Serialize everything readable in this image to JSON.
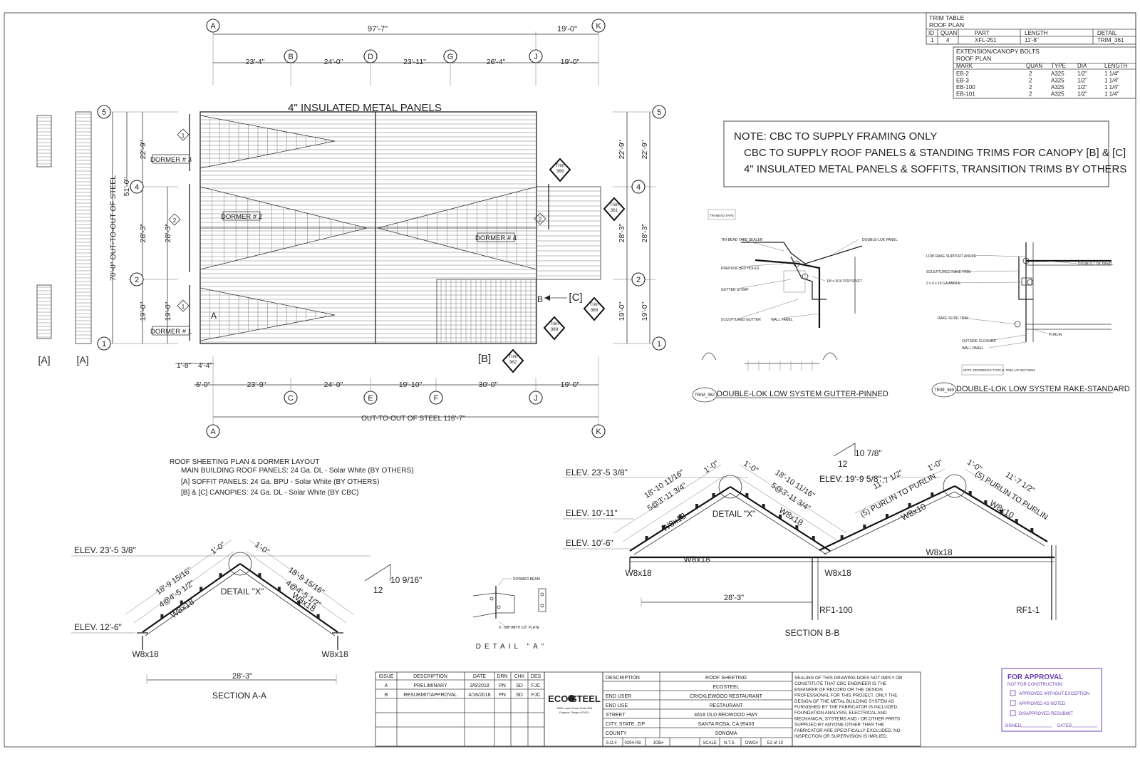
{
  "grid_top": {
    "top_overall": "97'-7\"",
    "top_right": "19'-0\"",
    "segments": [
      "23'-4\"",
      "24'-0\"",
      "23'-11\"",
      "26'-4\"",
      "19'-0\""
    ],
    "markers": [
      "A",
      "B",
      "D",
      "G",
      "J",
      "K"
    ]
  },
  "grid_bottom": {
    "small_left_1": "1'-8\"",
    "small_left_2": "4'-4\"",
    "small_left_3": "6'-0\"",
    "segments": [
      "23'-9\"",
      "24'-0\"",
      "19'-10\"",
      "30'-0\"",
      "19'-0\""
    ],
    "markers": [
      "A",
      "C",
      "E",
      "F",
      "J",
      "K"
    ],
    "overall": "OUT-TO-OUT OF STEEL 116'-7\""
  },
  "grid_left": {
    "markers": [
      "5",
      "4",
      "2",
      "1"
    ],
    "overall": "70'-0\" OUT-TO-OUT OF STEEL",
    "upper_overall": "51'-0\"",
    "col1": [
      "22'-9\"",
      "28'-3\"",
      "19'-0\""
    ],
    "col2": [
      "28'-3\"",
      "19'-0\""
    ]
  },
  "grid_right": {
    "markers": [
      "5",
      "4",
      "2",
      "1"
    ],
    "col1": [
      "22'-9\"",
      "28'-3\"",
      "19'-0\""
    ],
    "col2": [
      "22'-9\"",
      "28'-3\"",
      "19'-0\""
    ]
  },
  "plan": {
    "panel_title": "4\" INSULATED METAL PANELS",
    "dormers": [
      "DORMER # 3",
      "DORMER # 2",
      "DORMER # 1",
      "DORMER # 4"
    ],
    "section_marks": [
      "1",
      "2",
      "1",
      "2"
    ],
    "canopy_labels": [
      "[B]",
      "[C]",
      "B",
      "A"
    ],
    "soffit_labels": [
      "[A]",
      "[A]"
    ],
    "trim_tags": [
      {
        "label": "Trim",
        "num": "369"
      },
      {
        "label": "Trim",
        "num": "361"
      },
      {
        "label": "Trim",
        "num": "369"
      },
      {
        "label": "Trim",
        "num": "369"
      },
      {
        "label": "Trim",
        "num": "362"
      }
    ]
  },
  "trim_table": {
    "title1": "TRIM TABLE",
    "title2": "ROOF PLAN",
    "headers": [
      "ID",
      "QUAN",
      "PART",
      "LENGTH",
      "DETAIL"
    ],
    "rows": [
      [
        "1",
        "4",
        "XFL-251",
        "11'-8\"",
        "TRIM_361"
      ]
    ]
  },
  "bolt_table": {
    "title1": "EXTENSION/CANOPY BOLTS",
    "title2": "ROOF PLAN",
    "headers": [
      "MARK",
      "QUAN",
      "TYPE",
      "DIA",
      "LENGTH"
    ],
    "rows": [
      [
        "EB-2",
        "2",
        "A325",
        "1/2\"",
        "1 1/4\""
      ],
      [
        "EB-3",
        "2",
        "A325",
        "1/2\"",
        "1 1/4\""
      ],
      [
        "EB-100",
        "2",
        "A325",
        "1/2\"",
        "1 1/4\""
      ],
      [
        "EB-101",
        "2",
        "A325",
        "1/2\"",
        "1 1/4\""
      ]
    ]
  },
  "note": {
    "line1": "NOTE: CBC TO SUPPLY FRAMING ONLY",
    "line2": "CBC TO SUPPLY ROOF PANELS & STANDING TRIMS FOR CANOPY [B] & [C]",
    "line3": "4\" INSULATED METAL PANELS & SOFFITS, TRANSITION TRIMS BY OTHERS"
  },
  "details": {
    "gutter_tag": "TRIM_362",
    "gutter_title": "DOUBLE-LOK LOW SYSTEM GUTTER-PINNED",
    "rake_tag": "TRIM_369",
    "rake_title": "DOUBLE-LOK LOW SYSTEM RAKE-STANDARD",
    "detail_a": "DETAIL \"A\"",
    "detail_a_notes": [
      "DORMER BEAM",
      "8 - 5/8\" WITH 1/2\" PLATE"
    ],
    "gutter_notes": [
      "TRI-BEAD TAPE SEALER",
      "GUTTER STRAP",
      "DOUBLE-LOK PANEL",
      "WALL PANEL",
      "PREPUNCHED HOLES",
      "SCULPTURED GUTTER",
      "1/8 x 3/16 POP RIVET"
    ],
    "rake_notes": [
      "LOW RAKE SUPPORT ANGLE",
      "SCULPTURED RAKE TRIM",
      "2 x 4 x 16 GA ANGLE",
      "RAKE SLIDE TRIM",
      "OUTSIDE CLOSURE",
      "WALL PANEL",
      "DOUBLE-LOK PANEL",
      "PURLIN",
      "NOTE: REFERENCE TYPICAL TRIM LAP SECTIONS"
    ]
  },
  "legend": {
    "title": "ROOF SHEETING PLAN & DORMER LAYOUT",
    "line1": "MAIN BUILDING ROOF PANELS: 24 Ga.  DL - Solar White (BY OTHERS)",
    "line2": "[A] SOFFIT PANELS: 24 Ga.  BPU - Solar White (BY OTHERS)",
    "line3": "[B] & [C] CANOPIES: 24 Ga.  DL - Solar White (BY CBC)"
  },
  "section_a": {
    "title": "SECTION A-A",
    "elev_top": "ELEV. 23'-5 3/8\"",
    "elev_eave": "ELEV. 12'-6\"",
    "slope_rise": "10 9/16\"",
    "slope_run": "12",
    "rafter_left": "18'-9 15/16\"",
    "rafter_right": "18'-9 15/16\"",
    "purlin_left": "4@4'-5 1/2\"",
    "purlin_right": "4@4'-5 1/2\"",
    "ridge_left": "1'-0\"",
    "ridge_right": "1'-0\"",
    "beam_left": "W8x18",
    "beam_right": "W8x18",
    "col_left": "W8x18",
    "col_right": "W8x18",
    "detail": "DETAIL \"X\"",
    "span": "28'-3\""
  },
  "section_b": {
    "title": "SECTION B-B",
    "elev_top": "ELEV. 23'-5 3/8\"",
    "elev_mid1": "ELEV. 10'-11\"",
    "elev_mid2": "ELEV. 10'-6\"",
    "elev_right": "ELEV. 19'-9 5/8\"",
    "slope_rise": "10 7/8\"",
    "slope_run": "12",
    "rafter_left": "18'-10 11/16\"",
    "rafter_right": "18'-10 11/16\"",
    "purlin_left": "5@3'-11 3/4\"",
    "purlin_right": "5@3'-11 3/4\"",
    "ridge_left": "1'-0\"",
    "ridge_right": "1'-0\"",
    "beam_left": "W8x18",
    "beam_right": "W8x18",
    "detail": "DETAIL \"X\"",
    "tie": "W8x18",
    "col_left": "W8x18",
    "col_mid": "W8x18",
    "span": "28'-3\"",
    "rf_left": "RF1-100",
    "canopy_rafter_left": "11'-7 1/2\"",
    "canopy_rafter_right": "11'-7 1/2\"",
    "canopy_purlin_left": "(5) PURLIN TO PURLIN",
    "canopy_purlin_right": "(5) PURLIN TO PURLIN",
    "canopy_ridge_left": "1'-0\"",
    "canopy_ridge_right": "1'-0\"",
    "canopy_beam_left": "W8x10",
    "canopy_beam_right": "W8x10",
    "canopy_tie": "W8x18",
    "rf_right": "RF1-1"
  },
  "revisions": {
    "headers": [
      "ISSUE",
      "DESCRIPTION",
      "DATE",
      "DRN",
      "CHK",
      "DES"
    ],
    "rows": [
      [
        "A",
        "PRELIMINARY",
        "3/6/2018",
        "PN",
        "SD",
        "FJC"
      ],
      [
        "B",
        "RESUBMIT/APPROVAL",
        "4/16/2018",
        "PN",
        "SD",
        "FJC"
      ]
    ]
  },
  "logo": {
    "brand": "ECO STEEL",
    "address": [
      "2600 Lower Road Suite 308",
      "Eugene, Oregon 97401"
    ]
  },
  "project": {
    "rows": [
      [
        "DESCRIPTION",
        "ROOF SHEETING"
      ],
      [
        "",
        "ECOSTEEL"
      ],
      [
        "END USER",
        "CRICKLEWOOD RESTAURANT"
      ],
      [
        "END USE",
        "RESTAURANT"
      ],
      [
        "STREET",
        "4618 OLD REDWOOD HWY"
      ],
      [
        "CITY, STATE, ZIP",
        "SANTA ROSA, CA 95403"
      ],
      [
        "COUNTY",
        "SONOMA"
      ]
    ],
    "footer": [
      "S.O.#",
      "0294-R8",
      "JOB#",
      "",
      "SCALE",
      "N.T.S.",
      "DWG#",
      "E2 of 10"
    ]
  },
  "disclaimer": "SEALING OF THIS DRAWING DOES NOT IMPLY OR CONSTITUTE THAT CBC ENGINEER IS THE ENGINEER OF RECORD OR THE DESIGN PROFESSIONAL FOR THIS PROJECT. ONLY THE DESIGN OF THE METAL BUILDING SYSTEM AS FURNISHED BY THE FABRICATOR IS INCLUDED. FOUNDATION ANALYSIS, ELECTRICAL AND MECHANICAL SYSTEMS AND / OR OTHER PARTS SUPPLIED BY ANYONE OTHER THAN THE FABRICATOR ARE SPECIFICALLY EXCLUDED. NO INSPECTION OR SUPERVISION IS IMPLIED.",
  "approval": {
    "title": "FOR APPROVAL",
    "subtitle": "NOT FOR CONSTRUCTION",
    "options": [
      "APPROVED WITHOUT EXCEPTION",
      "APPROVED AS NOTED",
      "DISAPPROVED RESUBMIT"
    ],
    "signed": "SIGNED:",
    "dated": "DATED:",
    "color": "#6a3fb3"
  }
}
